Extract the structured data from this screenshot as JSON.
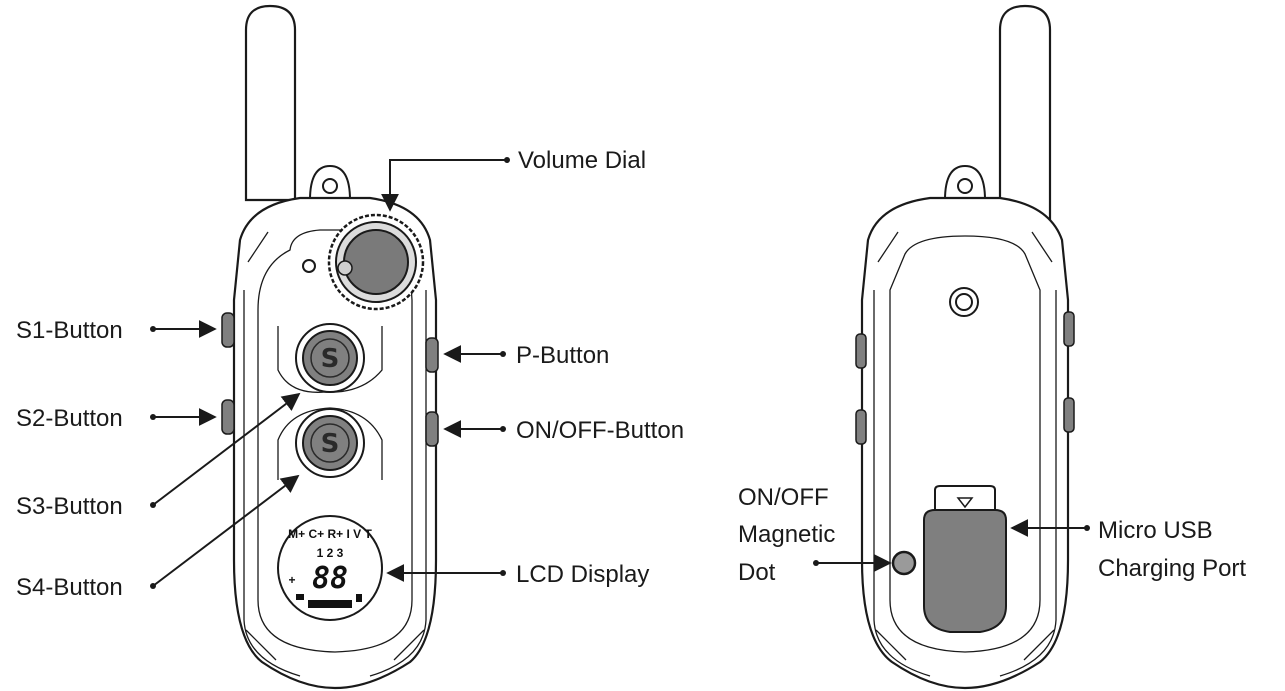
{
  "labels": {
    "volume_dial": "Volume Dial",
    "s1": "S1-Button",
    "s2": "S2-Button",
    "s3": "S3-Button",
    "s4": "S4-Button",
    "p": "P-Button",
    "onoff": "ON/OFF-Button",
    "lcd": "LCD Display",
    "magnetic_line1": "ON/OFF",
    "magnetic_line2": "Magnetic",
    "magnetic_line3": "Dot",
    "usb_line1": "Micro USB",
    "usb_line2": "Charging Port"
  },
  "buttons": {
    "letter": "S"
  },
  "lcd": {
    "top_modes": "M+ C+ R+ I V T",
    "channels": "1 2 3",
    "digits": "88",
    "plus": "+"
  },
  "colors": {
    "line": "#1a1a1a",
    "button_gray": "#7a7a7a",
    "usb_gray": "#7f7f7f"
  }
}
